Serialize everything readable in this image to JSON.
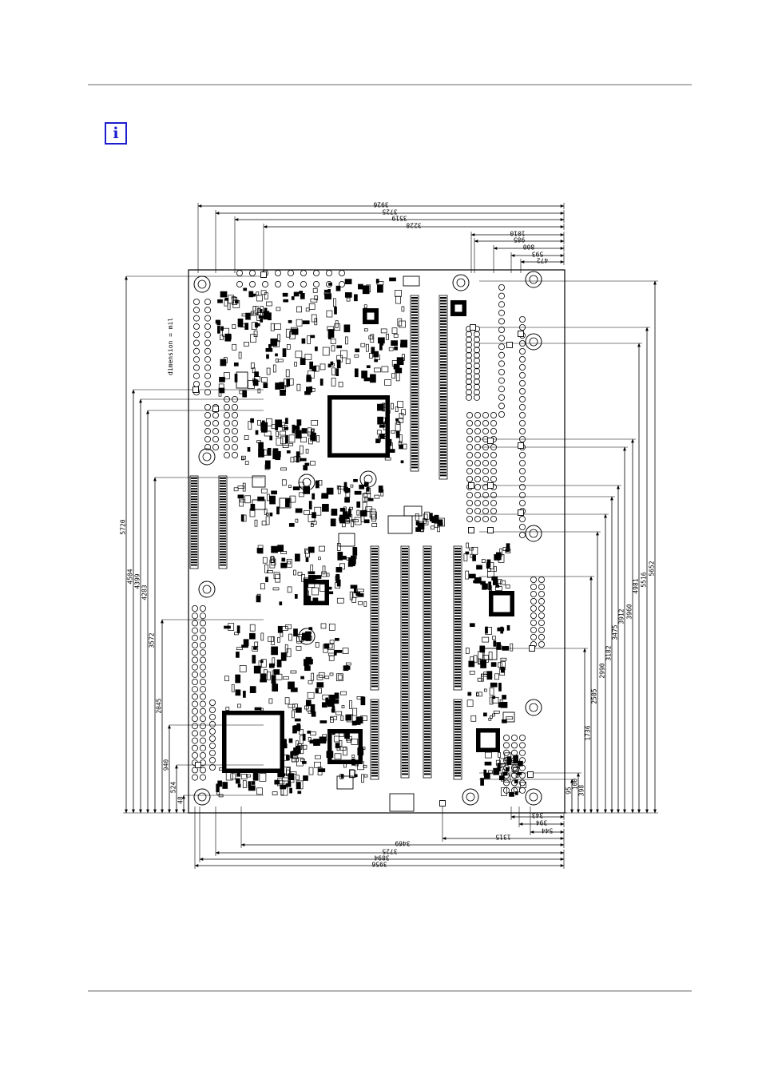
{
  "page": {
    "info_icon": "info-icon",
    "info_icon_glyph": "i",
    "accent_color": "#1d1dd0",
    "rule_color": "#b3b3b3"
  },
  "drawing": {
    "dimension_note": "dimension = mil",
    "top_dimensions": [
      "3926",
      "3725",
      "3519",
      "3228",
      "1010",
      "985",
      "800",
      "593",
      "472"
    ],
    "bottom_dimensions": [
      "343",
      "394",
      "544",
      "1315",
      "3469",
      "3725",
      "3894",
      "3956"
    ],
    "left_dimensions": [
      "5720",
      "4504",
      "4399",
      "4283",
      "3572",
      "2045",
      "940",
      "524",
      "48"
    ],
    "right_dimensions": [
      "5652",
      "5516",
      "4981",
      "3960",
      "3912",
      "3475",
      "3182",
      "2990",
      "2505",
      "1736",
      "398",
      "100",
      "95"
    ]
  }
}
